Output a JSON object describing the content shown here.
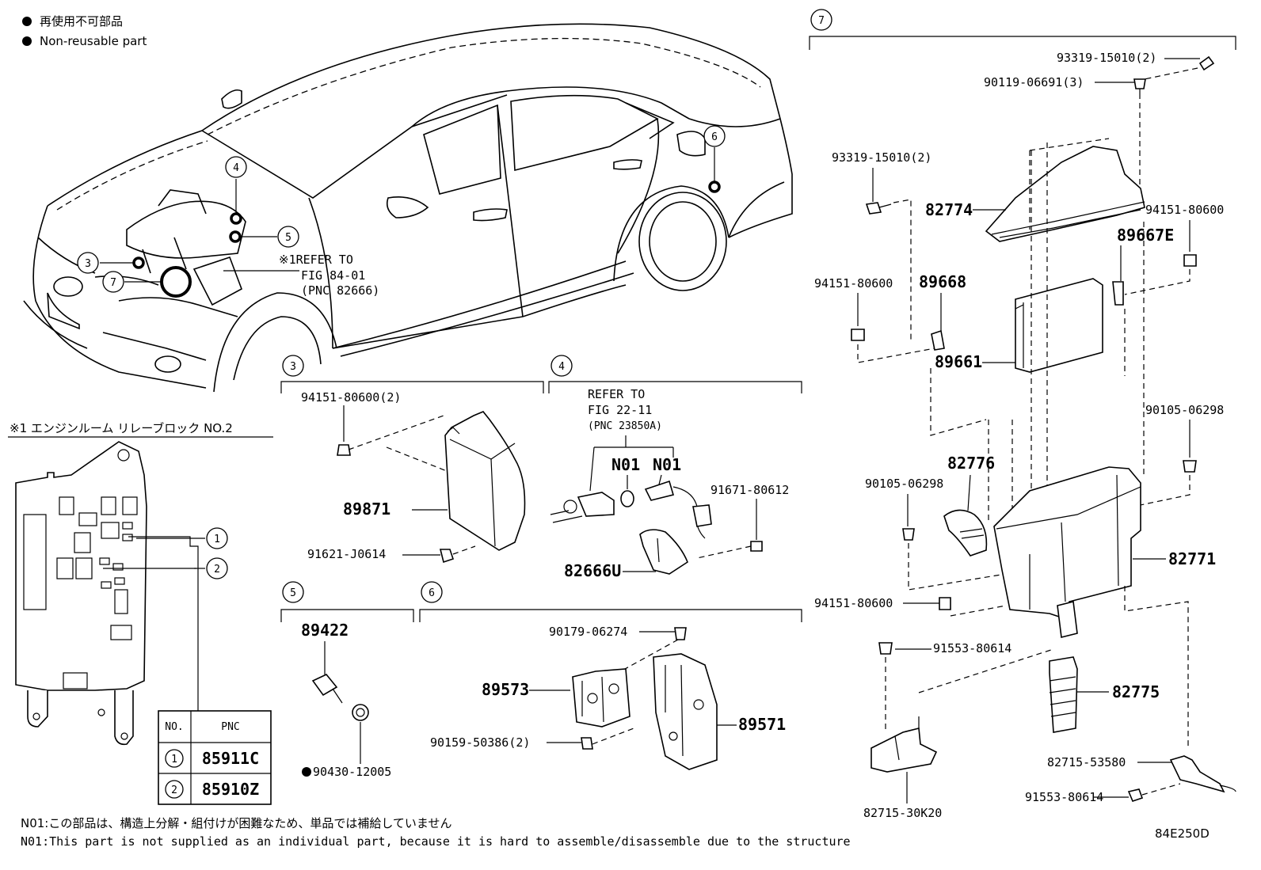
{
  "legend": {
    "jp": "再使用不可部品",
    "en": "Non-reusable part"
  },
  "callouts": [
    "3",
    "4",
    "5",
    "6",
    "7"
  ],
  "car_ref": {
    "line1": "※1REFER TO",
    "line2": "FIG 84-01",
    "line3": "(PNC 82666)"
  },
  "relay_block": {
    "title": "※1 エンジンルーム リレーブロック NO.2",
    "markers": [
      "1",
      "2"
    ],
    "table": {
      "headers": [
        "NO.",
        "PNC"
      ],
      "rows": [
        {
          "no": "1",
          "pnc": "85911C"
        },
        {
          "no": "2",
          "pnc": "85910Z"
        }
      ]
    }
  },
  "group3": {
    "parts": [
      "94151-80600(2)",
      "89871",
      "91621-J0614"
    ]
  },
  "group4": {
    "ref_line1": "REFER TO",
    "ref_line2": "FIG 22-11",
    "ref_line3": "(PNC 23850A)",
    "n01_a": "N01",
    "n01_b": "N01",
    "parts": [
      "91671-80612",
      "82666U"
    ]
  },
  "group5": {
    "parts": [
      "89422",
      "90430-12005"
    ]
  },
  "group6": {
    "parts": [
      "90179-06274",
      "89573",
      "90159-50386(2)",
      "89571"
    ]
  },
  "group7": {
    "parts": [
      "93319-15010(2)",
      "90119-06691(3)",
      "93319-15010(2)",
      "82774",
      "94151-80600",
      "89667E",
      "94151-80600",
      "89668",
      "89661",
      "90105-06298",
      "82776",
      "90105-06298",
      "82771",
      "94151-80600",
      "91553-80614",
      "82775",
      "82715-53580",
      "91553-80614",
      "82715-30K20"
    ]
  },
  "notes": {
    "jp": "N01:この部品は、構造上分解・組付けが困難なため、単品では補給していません",
    "en": "N01:This part is not supplied as an individual part, because it is hard to assemble/disassemble due to the structure"
  },
  "figure_code": "84E250D"
}
